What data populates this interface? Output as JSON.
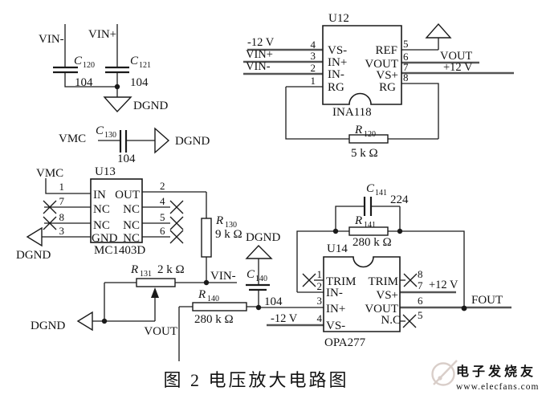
{
  "caption": "图 2  电压放大电路图",
  "watermark": {
    "brand": "电子发烧友",
    "site": "www.elecfans.com"
  },
  "colors": {
    "wire": "#1a1a1a",
    "rail": "#555555",
    "watermark": "#d9cec9",
    "background": "#ffffff"
  },
  "nets": {
    "vin_minus_top": "VIN-",
    "vin_plus_top": "VIN+",
    "dgnd_top": "DGND",
    "vmc_row": "VMC",
    "dgnd_row": "DGND",
    "vmc_u13": "VMC",
    "dgnd_u13": "DGND",
    "vin_minus_mid": "VIN-",
    "dgnd_pot": "DGND",
    "vout_stub": "VOUT",
    "dgnd_c140": "DGND",
    "neg12_u14": "-12 V",
    "pos12_u14": "+12 V",
    "fout": "FOUT"
  },
  "u12": {
    "ref": "U12",
    "part": "INA118",
    "left": [
      {
        "num": "4",
        "name": "VS-",
        "net": "-12 V"
      },
      {
        "num": "3",
        "name": "IN+",
        "net": "VIN+"
      },
      {
        "num": "2",
        "name": "IN-",
        "net": "VIN-"
      },
      {
        "num": "1",
        "name": "RG"
      }
    ],
    "right": [
      {
        "num": "5",
        "name": "REF"
      },
      {
        "num": "6",
        "name": "VOUT",
        "net": "VOUT"
      },
      {
        "num": "7",
        "name": "VS+",
        "net": "+12 V"
      },
      {
        "num": "8",
        "name": "RG"
      }
    ]
  },
  "u13": {
    "ref": "U13",
    "part": "MC1403D",
    "left": [
      {
        "num": "1",
        "name": "IN"
      },
      {
        "num": "7",
        "name": "NC"
      },
      {
        "num": "8",
        "name": "NC"
      },
      {
        "num": "3",
        "name": "GND"
      }
    ],
    "right": [
      {
        "num": "2",
        "name": "OUT"
      },
      {
        "num": "4",
        "name": "NC"
      },
      {
        "num": "5",
        "name": "NC"
      },
      {
        "num": "6",
        "name": "NC"
      }
    ]
  },
  "u14": {
    "ref": "U14",
    "part": "OPA277",
    "left": [
      {
        "num": "1",
        "name": "TRIM"
      },
      {
        "num": "2",
        "name": "IN-"
      },
      {
        "num": "3",
        "name": "IN+"
      },
      {
        "num": "4",
        "name": "VS-"
      }
    ],
    "right": [
      {
        "num": "8",
        "name": "TRIM"
      },
      {
        "num": "7",
        "name": "VS+"
      },
      {
        "num": "6",
        "name": "VOUT"
      },
      {
        "num": "5",
        "name": "N.C"
      }
    ]
  },
  "passives": {
    "c120": {
      "des": "C",
      "sub": "120",
      "value": "104"
    },
    "c121": {
      "des": "C",
      "sub": "121",
      "value": "104"
    },
    "c130": {
      "des": "C",
      "sub": "130",
      "value": "104"
    },
    "c140": {
      "des": "C",
      "sub": "140",
      "value": "104"
    },
    "c141": {
      "des": "C",
      "sub": "141",
      "value": "224"
    },
    "r120": {
      "des": "R",
      "sub": "120",
      "value": "5 k Ω"
    },
    "r130": {
      "des": "R",
      "sub": "130",
      "value": "9 k Ω"
    },
    "r131": {
      "des": "R",
      "sub": "131",
      "value": "2 k Ω"
    },
    "r140": {
      "des": "R",
      "sub": "140",
      "value": "280 k Ω"
    },
    "r141": {
      "des": "R",
      "sub": "141",
      "value": "280 k Ω"
    }
  }
}
